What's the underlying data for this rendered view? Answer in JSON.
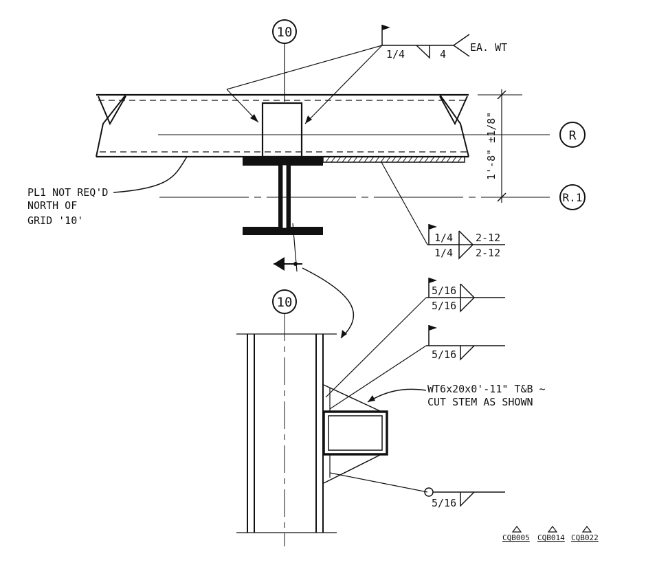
{
  "colors": {
    "ink": "#111111",
    "paper": "#ffffff"
  },
  "grids": {
    "top_bubble": "10",
    "bottom_bubble": "10",
    "bubble_r": "R",
    "bubble_r1": "R.1"
  },
  "top_view": {
    "weld_top": {
      "size": "1/4",
      "length": "4",
      "note": "EA. WT"
    },
    "dimension": "1'-8\" ±1/8\"",
    "note_lines": [
      "PL1 NOT REQ'D",
      "NORTH OF",
      "GRID '10'"
    ],
    "weld_mid": [
      {
        "size": "1/4",
        "length": "2-12"
      },
      {
        "size": "1/4",
        "length": "2-12"
      }
    ]
  },
  "section_view": {
    "weld_a": [
      "5/16",
      "5/16"
    ],
    "weld_b": "5/16",
    "weld_c": "5/16",
    "member_note": [
      "WT6x20x0'-11\" T&B ~",
      "CUT STEM AS SHOWN"
    ]
  },
  "revisions": [
    "CQB005",
    "CQB014",
    "CQB022"
  ]
}
